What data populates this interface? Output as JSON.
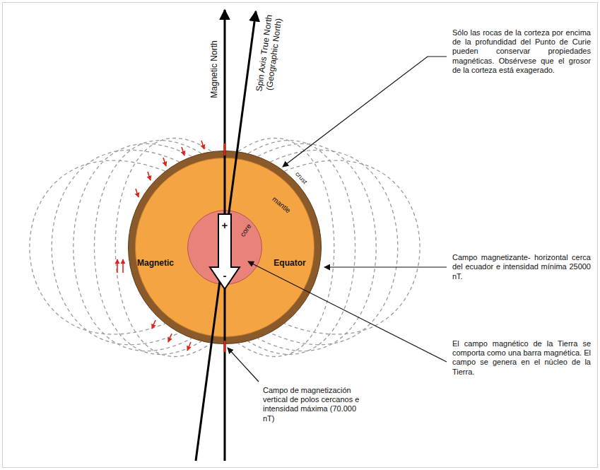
{
  "diagram": {
    "nodes": [
      {
        "text": [
          "crust"
        ]
      },
      {
        "text": [
          "mantle",
          "Magnetic",
          "Equator"
        ],
        "in": 0
      },
      {
        "text": [
          "core",
          "+",
          "-"
        ],
        "in": 1
      }
    ],
    "labels": [
      "Magnetic North",
      "Spin Axis True North (Geographic North)",
      "Sólo las rocas de la corteza por encima de la profundidad del Punto de Curie pueden conservar propiedades magnéticas. Obsérvese que el grosor de la corteza está exagerado.",
      "Campo magnetizante- horizontal cerca del ecuador e intensidad mínima 25000 nT.",
      "El campo magnético de la Tierra se comporta como una barra magnética. El campo se genera en el núcleo de la Tierra.",
      "Campo de magnetización vertical de polos cercanos e intensidad máxima (70.000 nT)"
    ]
  }
}
